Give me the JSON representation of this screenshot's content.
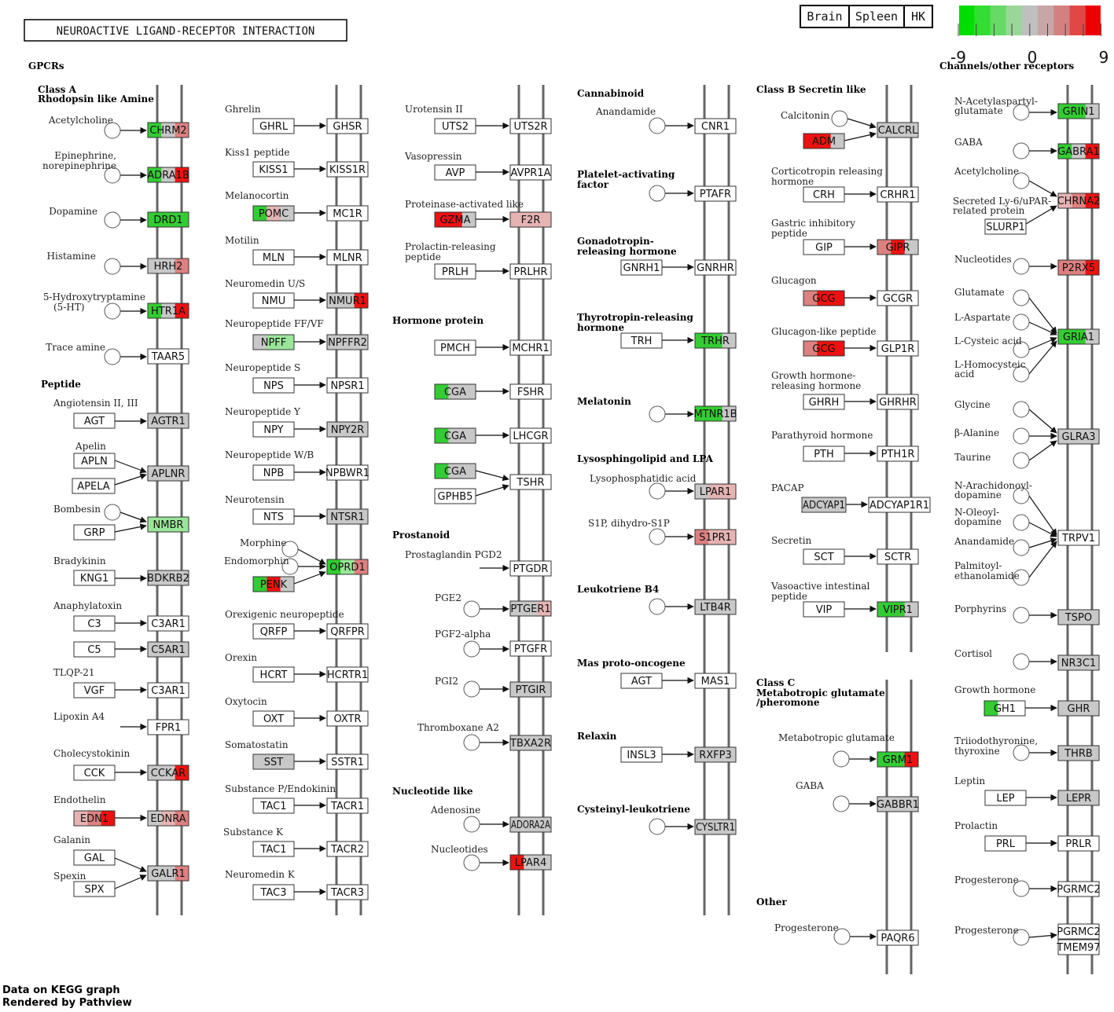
{
  "title": "NEUROACTIVE LIGAND-RECEPTOR INTERACTION",
  "footer": [
    "Data on KEGG graph",
    "Rendered by Pathview"
  ],
  "legend": {
    "samples": [
      "Brain",
      "Spleen",
      "HK"
    ],
    "scale_min": "-9",
    "scale_mid": "0",
    "scale_max": "9",
    "scale_colors": [
      "#00dd00",
      "#33dd33",
      "#66d966",
      "#99d699",
      "#bfbfbf",
      "#c9a6a6",
      "#d48080",
      "#e04848",
      "#ee0000"
    ]
  },
  "colors": {
    "green": "#33cc33",
    "lightgreen": "#99e699",
    "red": "#ee1111",
    "pink": "#dd8080",
    "lightpink": "#e6b3b3",
    "gray": "#c8c8c8",
    "white": "#ffffff"
  },
  "headers": [
    "GPCRs",
    "Class A",
    "Rhodopsin like Amine",
    "Peptide",
    "Hormone protein",
    "Prostanoid",
    "Nucleotide like",
    "Cannabinoid",
    "Platelet-activating",
    "factor",
    "Gonadotropin-",
    "releasing hormone",
    "Thyrotropin-releasing",
    "hormone",
    "Melatonin",
    "Lysosphingolipid and LPA",
    "Leukotriene B4",
    "Mas proto-oncogene",
    "Relaxin",
    "Cysteinyl-leukotriene",
    "Class B Secretin like",
    "Class C",
    "Metabotropic glutamate",
    "/pheromone",
    "Other",
    "Channels/other receptors"
  ],
  "labels": [
    "Acetylcholine",
    "Epinephrine,",
    "norepinephrine",
    "Dopamine",
    "Histamine",
    "5-Hydroxytryptamine",
    "(5-HT)",
    "Trace amine",
    "Angiotensin II, III",
    "Apelin",
    "Bombesin",
    "Bradykinin",
    "Anaphylatoxin",
    "TLQP-21",
    "Lipoxin A4",
    "Cholecystokinin",
    "Endothelin",
    "Galanin",
    "Spexin",
    "Ghrelin",
    "Kiss1 peptide",
    "Melanocortin",
    "Motilin",
    "Neuromedin U/S",
    "Neuropeptide FF/VF",
    "Neuropeptide S",
    "Neuropeptide Y",
    "Neuropeptide W/B",
    "Neurotensin",
    "Morphine",
    "Endomorphin",
    "Orexigenic neuropeptide",
    "Orexin",
    "Oxytocin",
    "Somatostatin",
    "Substance P/Endokinin",
    "Substance K",
    "Neuromedin K",
    "Urotensin II",
    "Vasopressin",
    "Proteinase-activated like",
    "Prolactin-releasing",
    "peptide",
    "Prostaglandin PGD2",
    "PGE2",
    "PGF2-alpha",
    "PGI2",
    "Thromboxane A2",
    "Adenosine",
    "Nucleotides",
    "Anandamide",
    "Lysophosphatidic acid",
    "S1P, dihydro-S1P",
    "Calcitonin",
    "Corticotropin releasing",
    "hormone",
    "Gastric inhibitory",
    "peptide",
    "Glucagon",
    "Glucagon-like peptide",
    "Growth hormone-",
    "releasing hormone",
    "Parathyroid hormone",
    "PACAP",
    "Secretin",
    "Vasoactive intestinal",
    "peptide",
    "Metabotropic glutamate",
    "GABA",
    "Progesterone",
    "N-Acetylaspartyl-",
    "glutamate",
    "GABA",
    "Acetylcholine",
    "Secreted Ly-6/uPAR-",
    "related protein",
    "Nucleotides",
    "Glutamate",
    "L-Aspartate",
    "L-Cysteic acid",
    "L-Homocysteic",
    "acid",
    "Glycine",
    "β-Alanine",
    "Taurine",
    "N-Arachidonoyl-",
    "dopamine",
    "N-Oleoyl-",
    "dopamine",
    "Anandamide",
    "Palmitoyl-",
    "ethanolamide",
    "Porphyrins",
    "Cortisol",
    "Growth hormone",
    "Triiodothyronine,",
    "thyroxine",
    "Leptin",
    "Prolactin",
    "Progesterone",
    "Progesterone"
  ],
  "genes": [
    "CHRM2",
    "ADRA1B",
    "DRD1",
    "HRH2",
    "HTR1A",
    "TAAR5",
    "AGT",
    "AGTR1",
    "APLN",
    "APELA",
    "APLNR",
    "GRP",
    "NMBR",
    "KNG1",
    "BDKRB2",
    "C3",
    "C3AR1",
    "C5",
    "C5AR1",
    "VGF",
    "C3AR1",
    "FPR1",
    "CCK",
    "CCKAR",
    "EDN1",
    "EDNRA",
    "GAL",
    "SPX",
    "GALR1",
    "GHRL",
    "GHSR",
    "KISS1",
    "KISS1R",
    "POMC",
    "MC1R",
    "MLN",
    "MLNR",
    "NMU",
    "NMUR1",
    "NPFF",
    "NPFFR2",
    "NPS",
    "NPSR1",
    "NPY",
    "NPY2R",
    "NPB",
    "NPBWR1",
    "NTS",
    "NTSR1",
    "OPRD1",
    "PENK",
    "QRFP",
    "QRFPR",
    "HCRT",
    "HCRTR1",
    "OXT",
    "OXTR",
    "SST",
    "SSTR1",
    "TAC1",
    "TACR1",
    "TAC1",
    "TACR2",
    "TAC3",
    "TACR3",
    "UTS2",
    "UTS2R",
    "AVP",
    "AVPR1A",
    "GZMA",
    "F2R",
    "PRLH",
    "PRLHR",
    "PMCH",
    "MCHR1",
    "CGA",
    "FSHR",
    "CGA",
    "LHCGR",
    "CGA",
    "GPHB5",
    "TSHR",
    "PTGDR",
    "PTGER1",
    "PTGFR",
    "PTGIR",
    "TBXA2R",
    "ADORA2A",
    "LPAR4",
    "CNR1",
    "PTAFR",
    "GNRH1",
    "GNRHR",
    "TRH",
    "TRHR",
    "MTNR1B",
    "LPAR1",
    "S1PR1",
    "LTB4R",
    "AGT",
    "MAS1",
    "INSL3",
    "RXFP3",
    "CYSLTR1",
    "CALCRL",
    "ADM",
    "CRH",
    "CRHR1",
    "GIP",
    "GIPR",
    "GCG",
    "GCGR",
    "GCG",
    "GLP1R",
    "GHRH",
    "GHRHR",
    "PTH",
    "PTH1R",
    "ADCYAP1",
    "ADCYAP1R1",
    "SCT",
    "SCTR",
    "VIP",
    "VIPR1",
    "GRM1",
    "GABBR1",
    "PAQR6",
    "GRIN1",
    "GABRA1",
    "CHRNA2",
    "SLURP1",
    "P2RX5",
    "GRIA1",
    "GLRA3",
    "TRPV1",
    "TSPO",
    "NR3C1",
    "GH1",
    "GHR",
    "THRB",
    "LEP",
    "LEPR",
    "PRL",
    "PRLR",
    "PGRMC2",
    "PGRMC2",
    "TMEM97"
  ]
}
